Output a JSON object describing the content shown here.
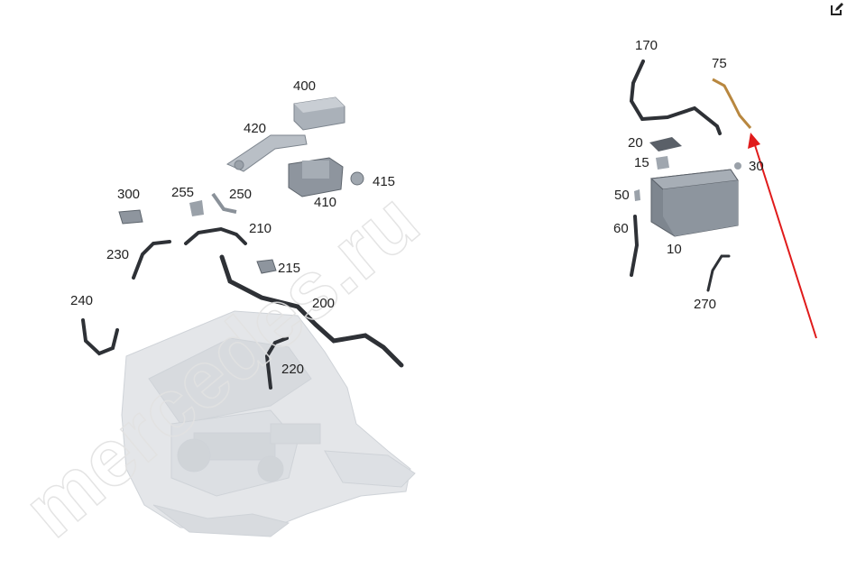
{
  "toolbar": {
    "edit_icon": "edit-icon"
  },
  "watermark": {
    "text": "mercedes.ru"
  },
  "colors": {
    "part_gray": "#c8cdd3",
    "part_dark": "#5a6068",
    "cable": "#2e3136",
    "engine": "#e4e6e9",
    "copper": "#b8873f",
    "arrow": "#e01b1b"
  },
  "callouts": [
    {
      "id": "400",
      "text": "400"
    },
    {
      "id": "420",
      "text": "420"
    },
    {
      "id": "410",
      "text": "410"
    },
    {
      "id": "415",
      "text": "415"
    },
    {
      "id": "300",
      "text": "300"
    },
    {
      "id": "255",
      "text": "255"
    },
    {
      "id": "250",
      "text": "250"
    },
    {
      "id": "210",
      "text": "210"
    },
    {
      "id": "230",
      "text": "230"
    },
    {
      "id": "215",
      "text": "215"
    },
    {
      "id": "240",
      "text": "240"
    },
    {
      "id": "200",
      "text": "200"
    },
    {
      "id": "220",
      "text": "220"
    },
    {
      "id": "170",
      "text": "170"
    },
    {
      "id": "75",
      "text": "75"
    },
    {
      "id": "20",
      "text": "20"
    },
    {
      "id": "15",
      "text": "15"
    },
    {
      "id": "30",
      "text": "30"
    },
    {
      "id": "50",
      "text": "50"
    },
    {
      "id": "60",
      "text": "60"
    },
    {
      "id": "10",
      "text": "10"
    },
    {
      "id": "270",
      "text": "270"
    }
  ]
}
